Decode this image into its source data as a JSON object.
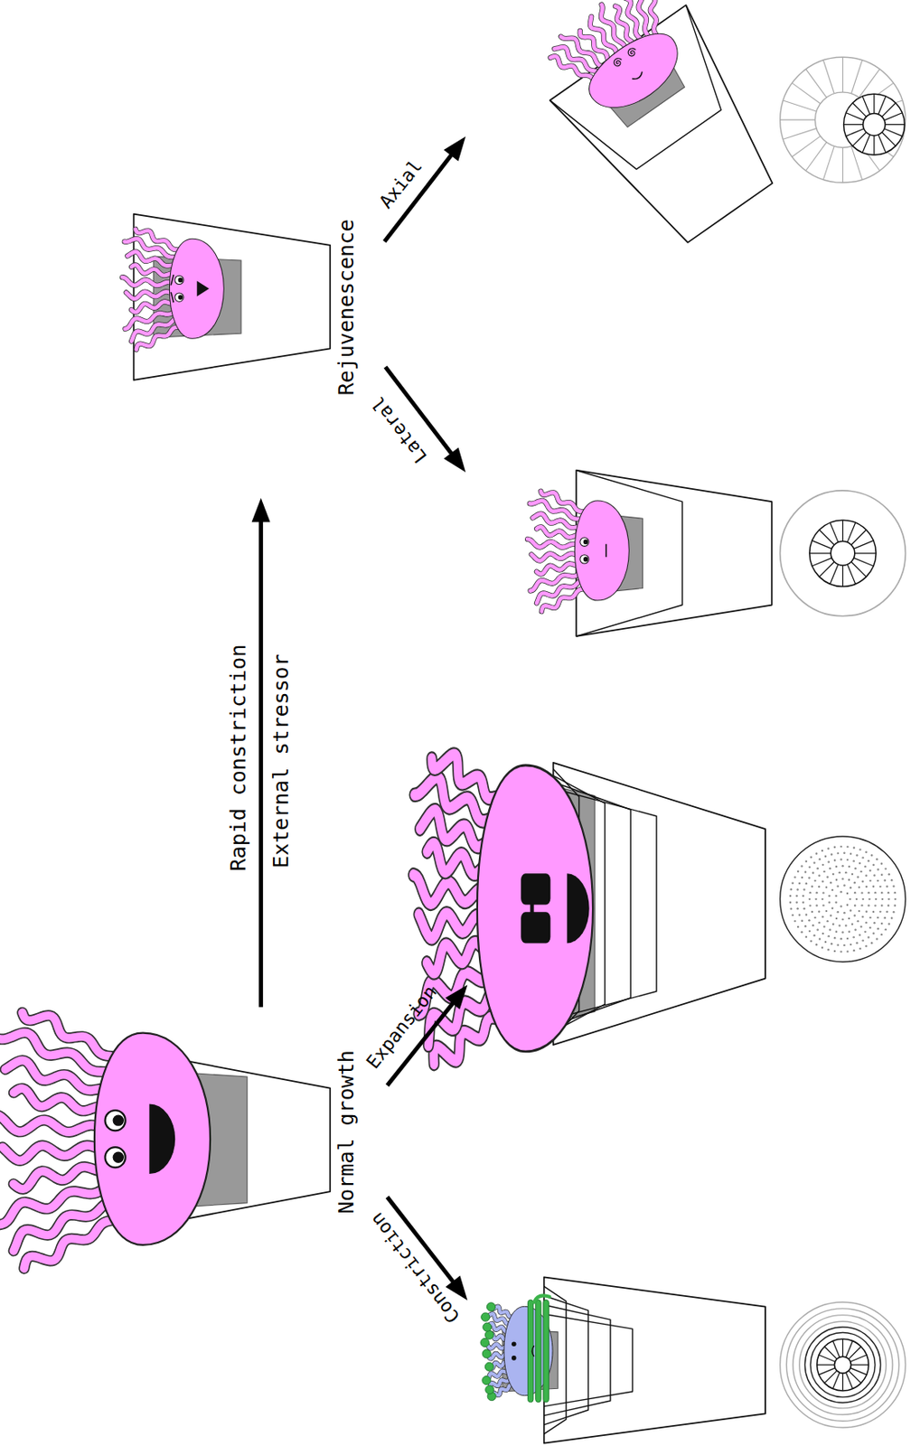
{
  "diagram": {
    "labels": [
      "Normal growth",
      "Expansion",
      "Constriction",
      "Rapid constriction",
      "External stressor",
      "Rejuvenescence",
      "Lateral",
      "Axial"
    ]
  }
}
